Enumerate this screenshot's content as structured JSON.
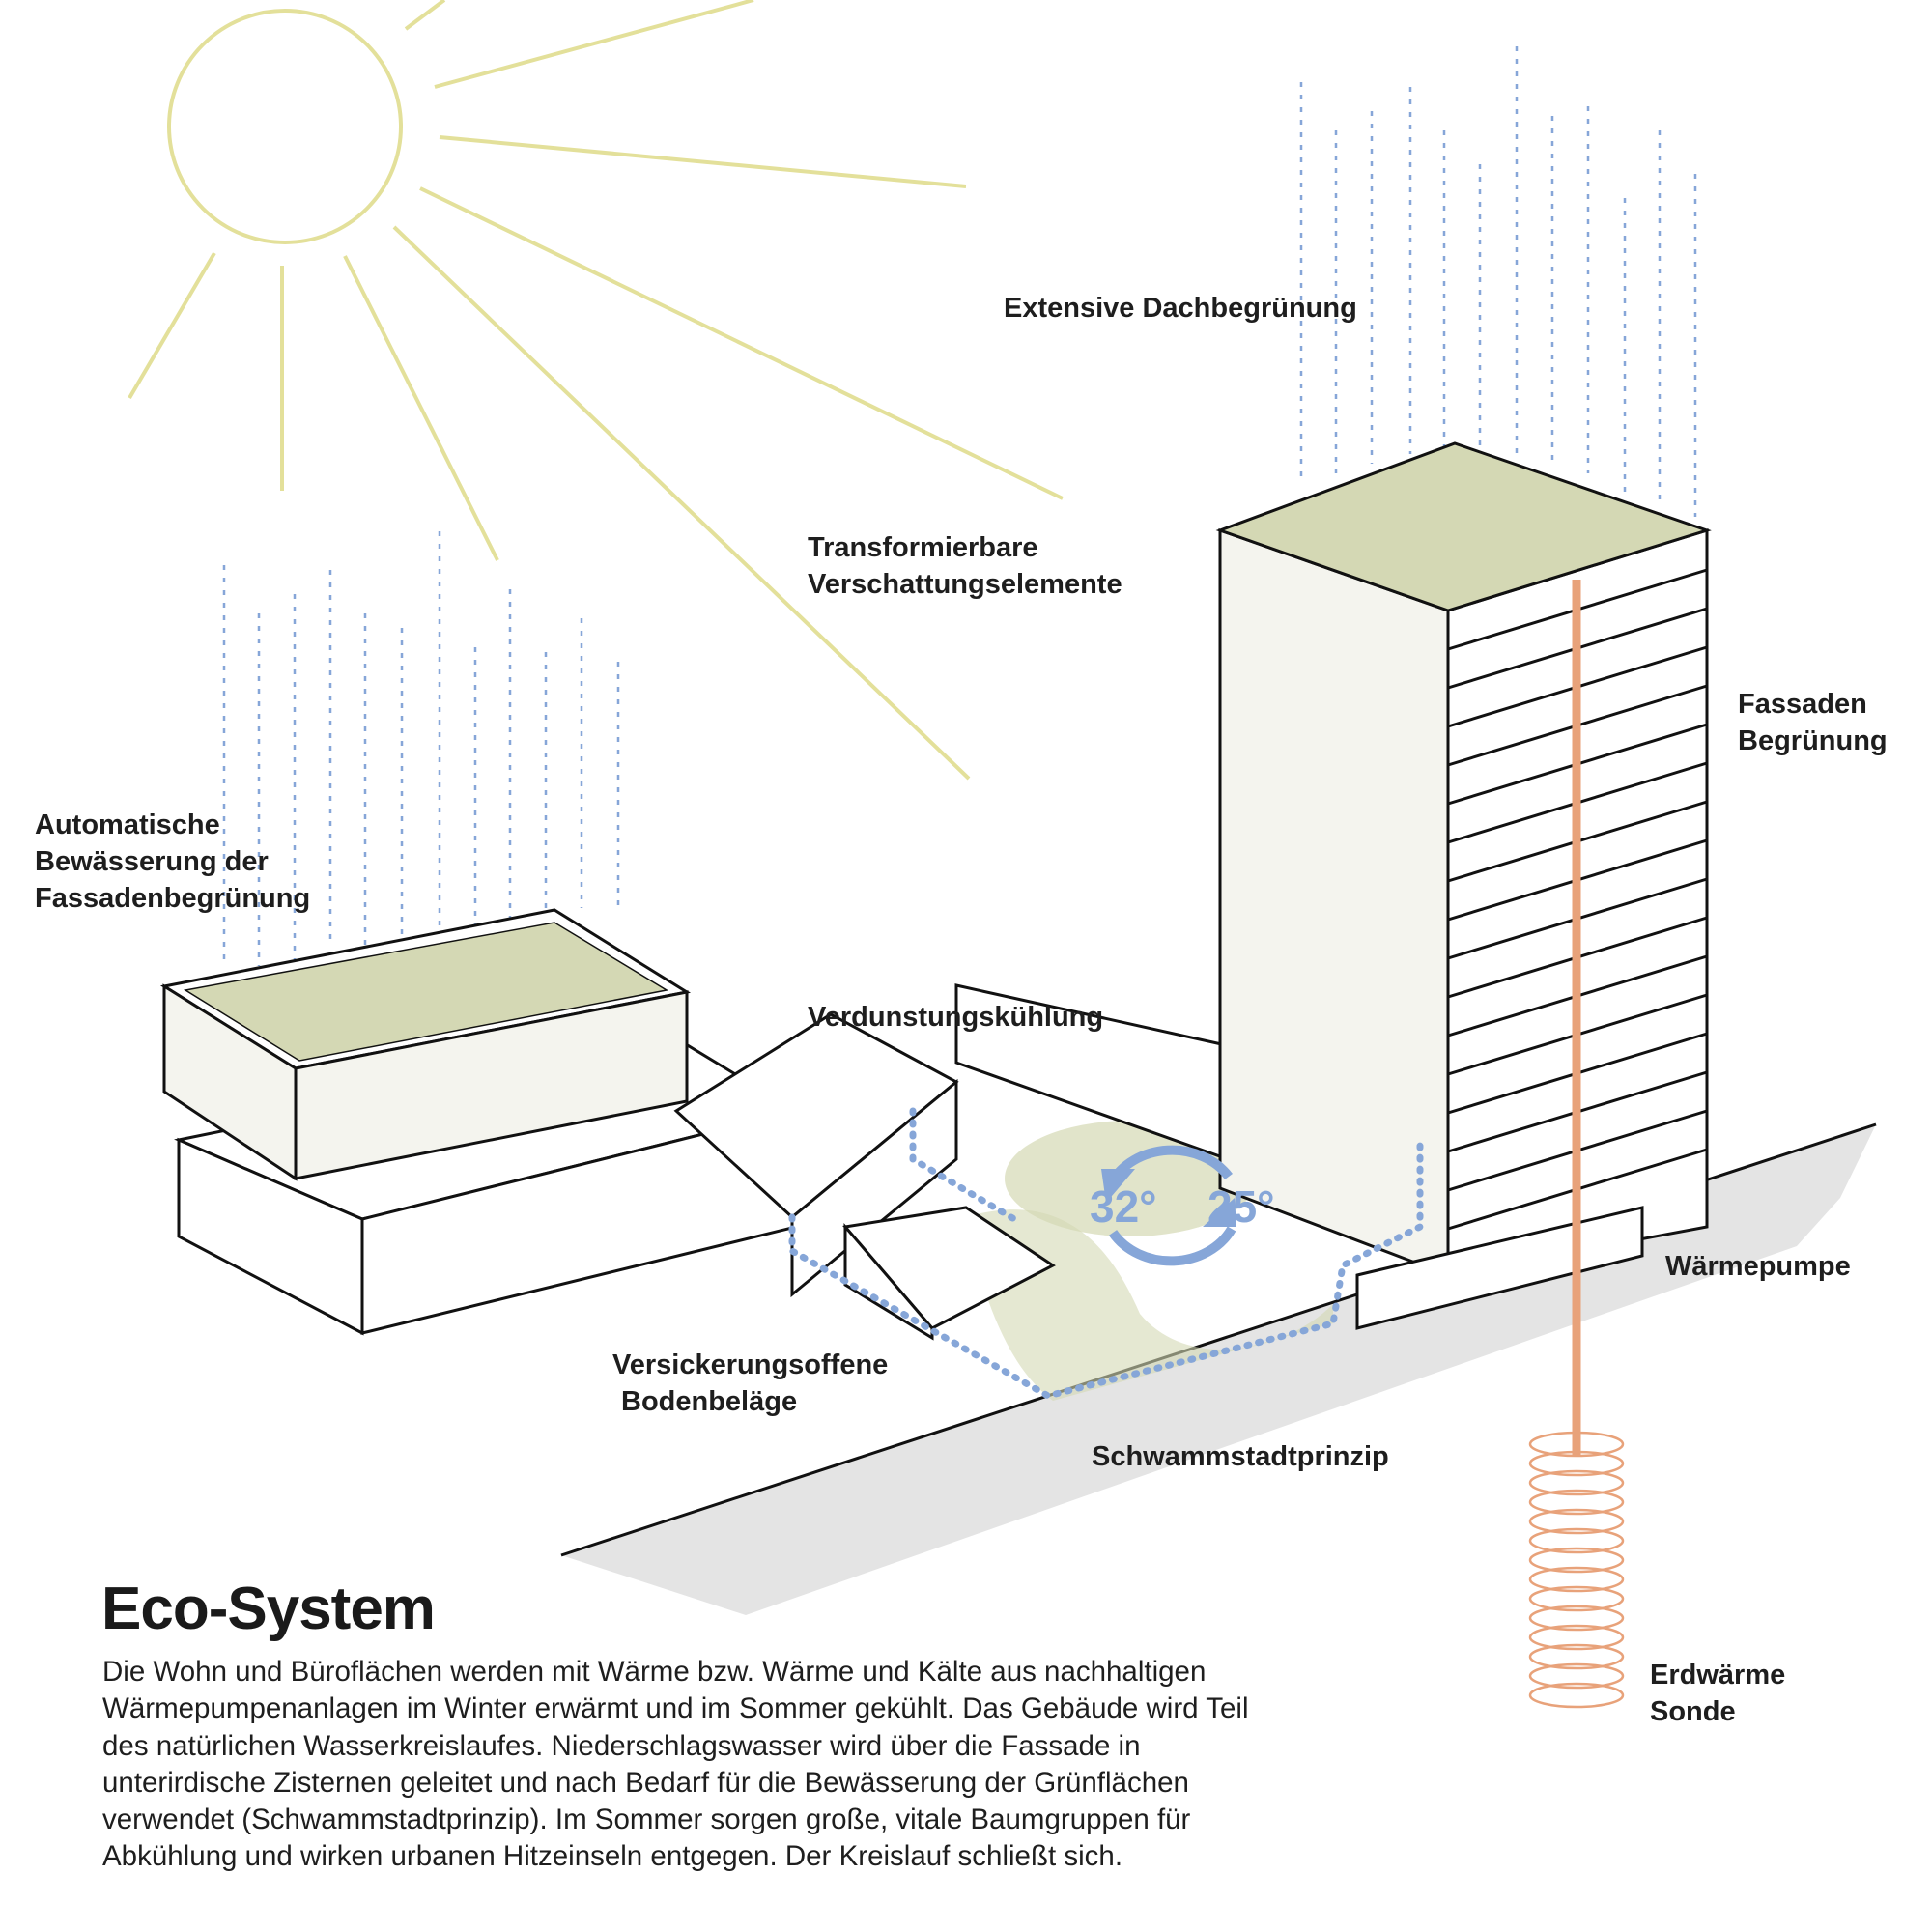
{
  "labels": {
    "roof_green": "Extensive Dachbegrünung",
    "shading_1": "Transformierbare",
    "shading_2": "Verschattungselemente",
    "facade_green_1": "Fassaden",
    "facade_green_2": "Begrünung",
    "irrigation_1": "Automatische",
    "irrigation_2": "Bewässerung der",
    "irrigation_3": "Fassadenbegrünung",
    "evaporation": "Verdunstungskühlung",
    "heat_pump": "Wärmepumpe",
    "permeable_1": "Versickerungsoffene",
    "permeable_2": "Bodenbeläge",
    "sponge_city": "Schwammstadtprinzip",
    "geothermal_1": "Erdwärme",
    "geothermal_2": "Sonde"
  },
  "temperatures": {
    "hot": "32°",
    "cool": "25°"
  },
  "text": {
    "title": "Eco-System",
    "body": "Die Wohn und Büroflächen werden mit Wärme bzw. Wärme und Kälte aus nachhaltigen Wärmepumpenanlagen im Winter erwärmt und im Sommer gekühlt. Das Gebäude wird Teil des natürlichen Wasserkreislaufes. Niederschlagswasser wird über die Fassade in unterirdische Zisternen geleitet und nach Bedarf für die Bewässerung der Grünflächen verwendet (Schwammstadtprinzip). Im Sommer sorgen große, vitale Baumgruppen für Abkühlung und wirken urbanen Hitzeinseln entgegen. Der Kreislauf schließt sich."
  },
  "colors": {
    "sun": "#e3e09a",
    "water": "#86a6d8",
    "green": "#d4d8b4",
    "ground": "#e4e4e4",
    "geothermal": "#e8a27a"
  }
}
